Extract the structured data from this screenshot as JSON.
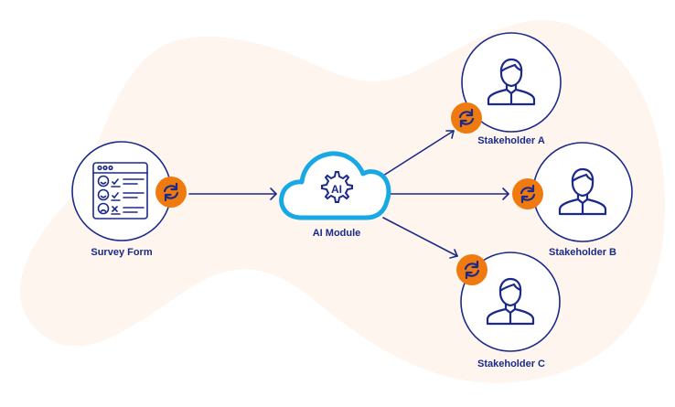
{
  "colors": {
    "background_blob": "#fdf5ee",
    "node_stroke": "#1b2a8a",
    "badge_fill": "#ef7b10",
    "cloud_stroke": "#18a8e6",
    "arrow": "#1b2a8a"
  },
  "nodes": {
    "survey": {
      "label": "Survey Form",
      "icon": "survey-form-icon",
      "badge": "sync-icon"
    },
    "ai": {
      "label": "AI Module",
      "icon": "ai-gear-cloud-icon",
      "gear_text": "AI"
    },
    "stakeholder_a": {
      "label": "Stakeholder A",
      "icon": "user-icon",
      "badge": "sync-icon"
    },
    "stakeholder_b": {
      "label": "Stakeholder B",
      "icon": "user-icon",
      "badge": "sync-icon"
    },
    "stakeholder_c": {
      "label": "Stakeholder C",
      "icon": "user-icon",
      "badge": "sync-icon"
    }
  },
  "edges": [
    {
      "from": "Survey Form",
      "to": "AI Module"
    },
    {
      "from": "AI Module",
      "to": "Stakeholder A"
    },
    {
      "from": "AI Module",
      "to": "Stakeholder B"
    },
    {
      "from": "AI Module",
      "to": "Stakeholder C"
    }
  ]
}
